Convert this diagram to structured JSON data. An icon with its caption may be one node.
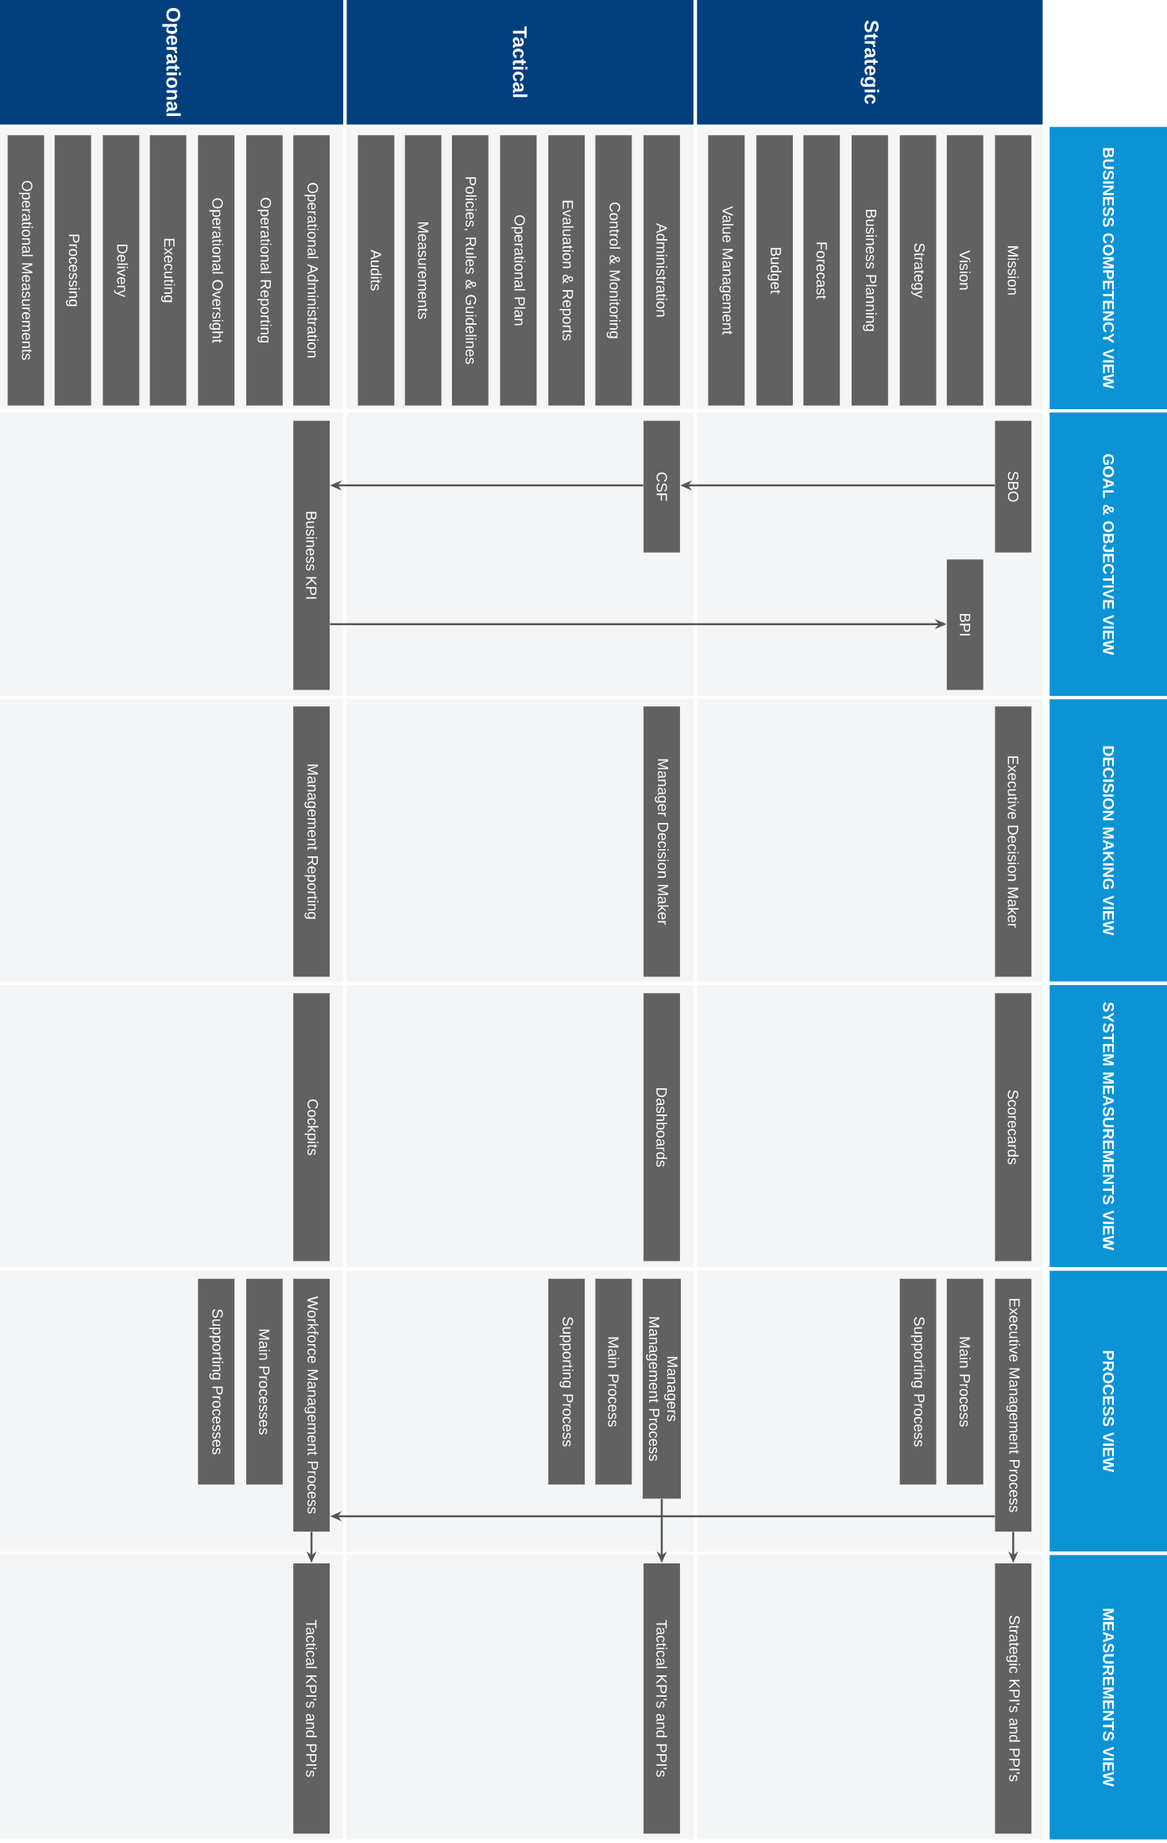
{
  "diagram": {
    "nodes": [
      {
        "text": [
          "Strategic"
        ]
      },
      {
        "text": [
          "Tactical"
        ]
      },
      {
        "text": [
          "Operational"
        ]
      },
      {
        "text": [
          "BUSINESS COMPETENCY VIEW"
        ]
      },
      {
        "text": [
          "GOAL & OBJECTIVE VIEW"
        ]
      },
      {
        "text": [
          "DECISION MAKING VIEW"
        ]
      },
      {
        "text": [
          "SYSTEM MEASUREMENTS VIEW"
        ]
      },
      {
        "text": [
          "PROCESS VIEW"
        ]
      },
      {
        "text": [
          "MEASUREMENTS VIEW"
        ]
      },
      {
        "text": [
          "Mission"
        ]
      },
      {
        "text": [
          "Vision"
        ]
      },
      {
        "text": [
          "Strategy"
        ]
      },
      {
        "text": [
          "Business Planning"
        ]
      },
      {
        "text": [
          "Forecast"
        ]
      },
      {
        "text": [
          "Budget"
        ]
      },
      {
        "text": [
          "Value Management"
        ]
      },
      {
        "text": [
          "Administration"
        ]
      },
      {
        "text": [
          "Control & Monitoring"
        ]
      },
      {
        "text": [
          "Evaluation & Reports"
        ]
      },
      {
        "text": [
          "Operational Plan"
        ]
      },
      {
        "text": [
          "Policies, Rules & Guidelines"
        ]
      },
      {
        "text": [
          "Measurements"
        ]
      },
      {
        "text": [
          "Audits"
        ]
      },
      {
        "text": [
          "Operational Administration"
        ]
      },
      {
        "text": [
          "Operational Reporting"
        ]
      },
      {
        "text": [
          "Operational Oversight"
        ]
      },
      {
        "text": [
          "Executing"
        ]
      },
      {
        "text": [
          "Delivery"
        ]
      },
      {
        "text": [
          "Processing"
        ]
      },
      {
        "text": [
          "Operational Measurements"
        ]
      },
      {
        "text": [
          "SBO"
        ]
      },
      {
        "text": [
          "CSF"
        ]
      },
      {
        "text": [
          "BPI"
        ]
      },
      {
        "text": [
          "Business KPI"
        ]
      },
      {
        "text": [
          "Executive Decision Maker"
        ]
      },
      {
        "text": [
          "Manager Decision Maker"
        ]
      },
      {
        "text": [
          "Management Reporting"
        ]
      },
      {
        "text": [
          "Scorecards"
        ]
      },
      {
        "text": [
          "Dashboards"
        ]
      },
      {
        "text": [
          "Cockpits"
        ]
      },
      {
        "text": [
          "Executive Management Process"
        ]
      },
      {
        "text": [
          "Main Process"
        ]
      },
      {
        "text": [
          "Supporting Process"
        ]
      },
      {
        "text": [
          "Managers Management Process"
        ]
      },
      {
        "text": [
          "Main Process"
        ]
      },
      {
        "text": [
          "Supporting Process"
        ]
      },
      {
        "text": [
          "Workforce Management Process"
        ]
      },
      {
        "text": [
          "Main Processes"
        ]
      },
      {
        "text": [
          "Supporting Processes"
        ]
      },
      {
        "text": [
          "Strategic KPI's and PPI's"
        ]
      },
      {
        "text": [
          "Tactical KPI's and PPI's"
        ]
      },
      {
        "text": [
          "Tactical KPI's and PPI's"
        ]
      }
    ],
    "edges": [
      {
        "from": 30,
        "to": 31,
        "arrow": "to"
      },
      {
        "from": 31,
        "to": 33,
        "arrow": "to"
      },
      {
        "from": 33,
        "to": 32,
        "arrow": "to"
      },
      {
        "from": 40,
        "to": 46,
        "arrow": "to"
      },
      {
        "from": 40,
        "to": 49,
        "arrow": "to"
      },
      {
        "from": 43,
        "to": 50,
        "arrow": "to"
      },
      {
        "from": 46,
        "to": 51,
        "arrow": "to"
      }
    ]
  }
}
